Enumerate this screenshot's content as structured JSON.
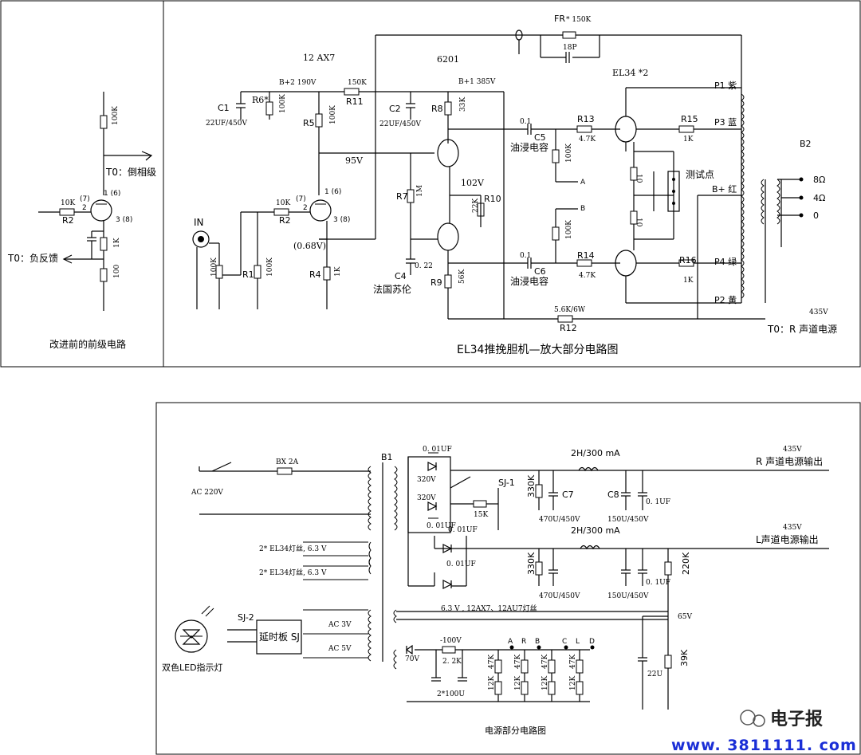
{
  "labels": {
    "old_circuit": "改进前的前级电路",
    "main_title": "EL34推挽胆机—放大部分电路图",
    "ps_title": "电源部分电路图",
    "phase_splitter": "T0：倒相级",
    "neg_feedback": "T0：负反馈",
    "r_ch_source": "T0：R 声道电源",
    "r_ch_out": "R 声道电源输出",
    "l_ch_out": "L声道电源输出",
    "oil_cap1": "油浸电容",
    "oil_cap2": "油浸电容",
    "french_cap": "法国苏伦",
    "test_point": "测试点",
    "led": "双色LED指示灯",
    "delay_board": "延时板 SJ",
    "tube_12ax7": "12 AX7",
    "tube_6201": "6201",
    "tube_el34": "EL34 *2",
    "in": "IN",
    "fr": "FR",
    "fr_val": "* 150K",
    "c18p": "18P",
    "b_plus_190": "B+2 190V",
    "b_plus_385": "B+1 385V",
    "v95": "95V",
    "v102": "102V",
    "v068": "(0.68V)",
    "v435": "435V",
    "v435a": "435V",
    "v435b": "435V",
    "v65": "65V",
    "v100": "-100V",
    "v70": "70V",
    "v320a": "320V",
    "v320b": "320V",
    "c1": "C1",
    "c1v": "22UF/450V",
    "r6": "R6*",
    "r6v": "100K",
    "r11": "R11",
    "r11v": "150K",
    "r5": "R5",
    "r5v": "100K",
    "c2": "C2",
    "c2v": "22UF/450V",
    "r8": "R8",
    "r8v": "33K",
    "c5": "C5",
    "c5v": "0.1",
    "r13": "R13",
    "r13v": "4.7K",
    "r15": "R15",
    "r15v": "1K",
    "r7": "R7",
    "r7v": "1M",
    "r10": "R10",
    "r10v": "22K",
    "c4": "C4",
    "c4v": "0. 22",
    "r9": "R9",
    "r9v": "56K",
    "c6": "C6",
    "c6v": "0.1",
    "r14": "R14",
    "r14v": "4.7K",
    "r16": "R16",
    "r16v": "1K",
    "r12": "R12",
    "r12v": "5.6K/6W",
    "r1": "R1",
    "r1v": "100K",
    "r1b": "100K",
    "r2": "R2",
    "r2v": "10K",
    "r4": "R4",
    "r4v": "1K",
    "r2old": "R2",
    "r2oldv": "10K",
    "old_100k": "100K",
    "old_1k": "1K",
    "old_100": "100",
    "p1": "P1  紫",
    "p3": "P3  蓝",
    "p4": "P4 绿",
    "p2": "P2  黄",
    "bplus_red": "B+ 红",
    "b2": "B2",
    "o8": "8Ω",
    "o4": "4Ω",
    "o0": "0",
    "pin1_6": "1 (6)",
    "pin7": "(7)",
    "pin2": "2",
    "pin3_8": "3 (8)",
    "rg10_a": "10",
    "rg10_b": "10",
    "r100k_a": "100K",
    "r100k_b": "100K",
    "pt_a": "A",
    "pt_b": "B",
    "fuse": "BX 2A",
    "ac220": "AC 220V",
    "b1": "B1",
    "c001a": "0. 01UF",
    "c001b": "0. 01UF",
    "c001c": "0. 01UF",
    "c001d": "0. 01UF",
    "sj1": "SJ-1",
    "r15k": "15K",
    "choke1": "2H/300 mA",
    "choke2": "2H/300 mA",
    "r330k_a": "330K",
    "r330k_b": "330K",
    "c7": "C7",
    "c7v": "470U/450V",
    "c8": "C8",
    "c8v": "150U/450V",
    "c01a": "0. 1UF",
    "c9v": "470U/450V",
    "c10v": "150U/450V",
    "c01b": "0. 1UF",
    "r220k": "220K",
    "fil_el34a": "2* EL34灯丝, 6.3 V",
    "fil_el34b": "2* EL34灯丝, 6.3 V",
    "fil_12ax7": "6.3 V ,   12AX7、12AU7灯丝",
    "sj2": "SJ-2",
    "ac3v": "AC 3V",
    "ac5v": "AC 5V",
    "r22k": "2. 2K",
    "c100u": "2*100U",
    "c22u": "22U",
    "r39k": "39K",
    "pA": "A",
    "pR": "R",
    "pB": "B",
    "pC": "C",
    "pL": "L",
    "pD": "D",
    "k47a": "47K",
    "k47b": "47K",
    "k47c": "47K",
    "k47d": "47K",
    "k12a": "12K",
    "k12b": "12K",
    "k12c": "12K",
    "k12d": "12K",
    "brand": "电子报",
    "url": "www. 3811111. com"
  }
}
